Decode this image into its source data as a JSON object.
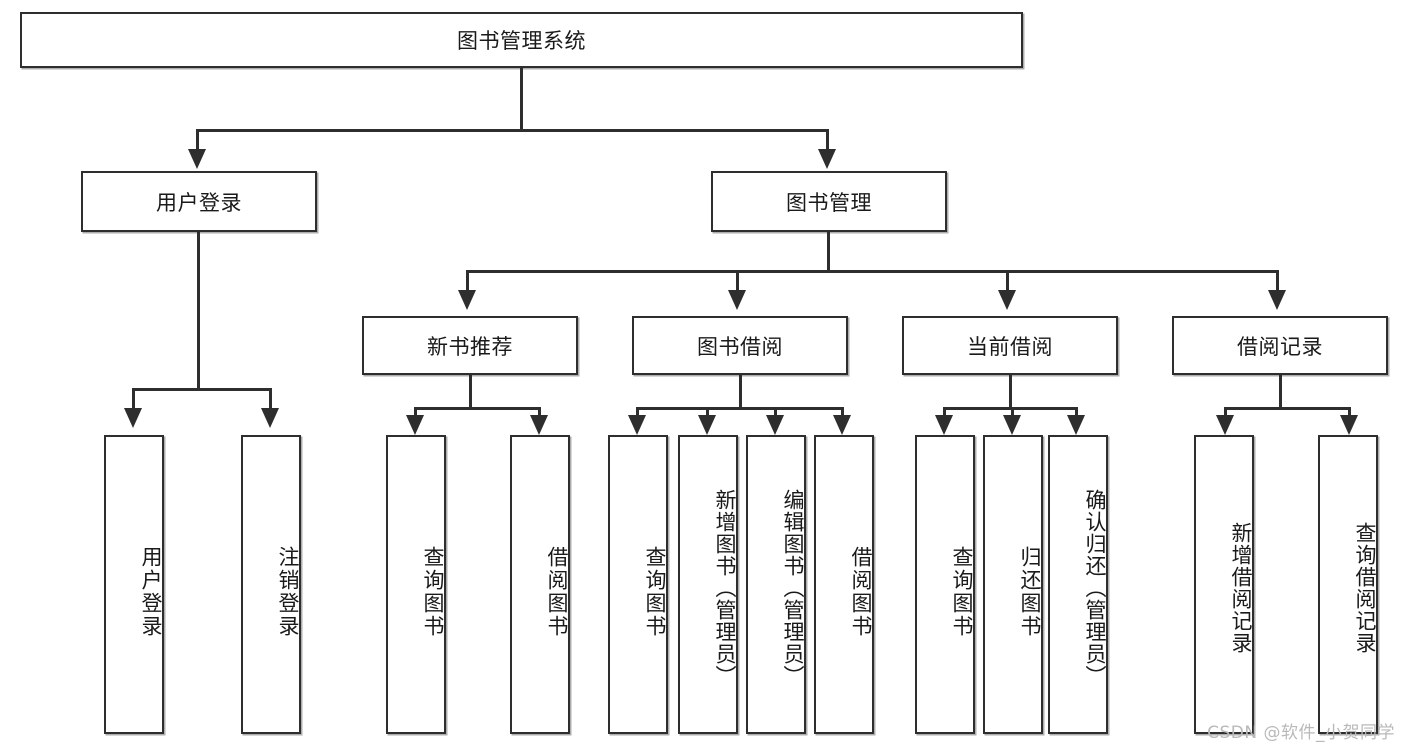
{
  "diagram": {
    "type": "tree-hierarchy",
    "title": "图书管理系统",
    "watermark": "CSDN @软件_小贺同学",
    "colors": {
      "stroke": "#2e2e2e",
      "fill": "#ffffff",
      "text": "#1a1a1a",
      "watermark": "#b9b9b9"
    },
    "root": {
      "label": "图书管理系统"
    },
    "level2": [
      {
        "id": "user-login",
        "label": "用户登录"
      },
      {
        "id": "book-manage",
        "label": "图书管理"
      }
    ],
    "level3": [
      {
        "id": "new-book-recommend",
        "label": "新书推荐"
      },
      {
        "id": "book-borrow",
        "label": "图书借阅"
      },
      {
        "id": "current-borrow",
        "label": "当前借阅"
      },
      {
        "id": "borrow-record",
        "label": "借阅记录"
      }
    ],
    "leaves": {
      "user_login": [
        {
          "id": "leaf-user-login",
          "label": "用户登录"
        },
        {
          "id": "leaf-logout",
          "label": "注销登录"
        }
      ],
      "new_book_recommend": [
        {
          "id": "leaf-query-book-1",
          "label": "查询图书"
        },
        {
          "id": "leaf-borrow-book-1",
          "label": "借阅图书"
        }
      ],
      "book_borrow": [
        {
          "id": "leaf-query-book-2",
          "label": "查询图书"
        },
        {
          "id": "leaf-add-book",
          "label": "新增图书（管理员）"
        },
        {
          "id": "leaf-edit-book",
          "label": "编辑图书（管理员）"
        },
        {
          "id": "leaf-borrow-book-2",
          "label": "借阅图书"
        }
      ],
      "current_borrow": [
        {
          "id": "leaf-query-book-3",
          "label": "查询图书"
        },
        {
          "id": "leaf-return-book",
          "label": "归还图书"
        },
        {
          "id": "leaf-confirm-return",
          "label": "确认归还（管理员）"
        }
      ],
      "borrow_record": [
        {
          "id": "leaf-add-record",
          "label": "新增借阅记录"
        },
        {
          "id": "leaf-query-record",
          "label": "查询借阅记录"
        }
      ]
    }
  }
}
